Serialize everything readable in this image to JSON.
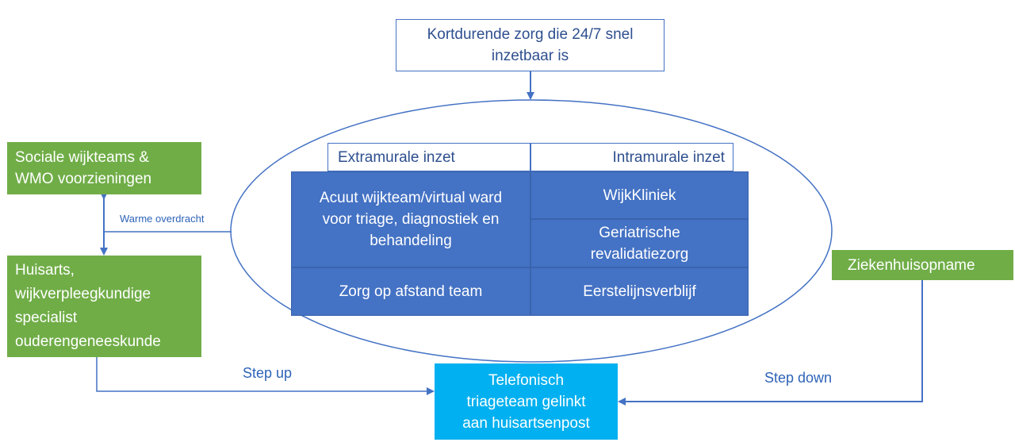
{
  "top_box": {
    "lines": [
      "Kortdurende zorg die 24/7 snel",
      "inzetbaar is"
    ]
  },
  "left_top_box": {
    "lines": [
      "Sociale wijkteams &",
      "WMO voorzieningen"
    ]
  },
  "left_bottom_box": {
    "lines": [
      "Huisarts,",
      "wijkverpleegkundige",
      "specialist",
      "ouderengeneeskunde"
    ]
  },
  "right_box": {
    "lines": [
      "Ziekenhuisopname"
    ]
  },
  "bottom_box": {
    "lines": [
      "Telefonisch",
      "triageteam gelinkt",
      "aan huisartsenpost"
    ]
  },
  "warm_handover_label": "Warme overdracht",
  "step_up_label": "Step up",
  "step_down_label": "Step down",
  "extramural": {
    "header": "Extramurale inzet",
    "cell_top": [
      "Acuut wijkteam/virtual ward",
      "voor triage, diagnostiek en",
      "behandeling"
    ],
    "cell_bottom": "Zorg op afstand team"
  },
  "intramural": {
    "header": "Intramurale inzet",
    "cell_1": "WijkKliniek",
    "cell_2": [
      "Geriatrische",
      "revalidatiezorg"
    ],
    "cell_3": "Eerstelijnsverblijf"
  },
  "colors": {
    "green": "#70ad47",
    "blue": "#4472c4",
    "cyan": "#00b0f0",
    "line": "#4472c4",
    "text_blue": "#2e63b8"
  }
}
